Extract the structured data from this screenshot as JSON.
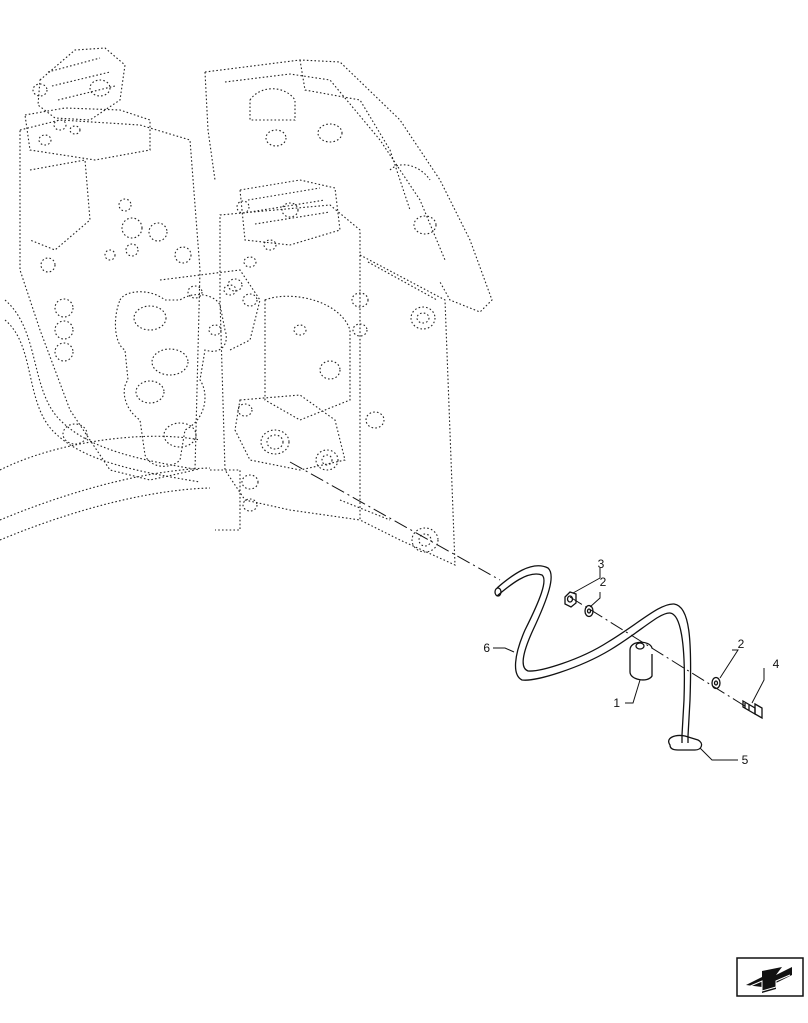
{
  "diagram": {
    "callouts": [
      {
        "id": "3",
        "label": "3"
      },
      {
        "id": "2a",
        "label": "2"
      },
      {
        "id": "6",
        "label": "6"
      },
      {
        "id": "2b",
        "label": "2"
      },
      {
        "id": "4",
        "label": "4"
      },
      {
        "id": "1",
        "label": "1"
      },
      {
        "id": "5",
        "label": "5"
      }
    ]
  },
  "icons": {
    "navigation": "next-page-arrow-icon"
  }
}
